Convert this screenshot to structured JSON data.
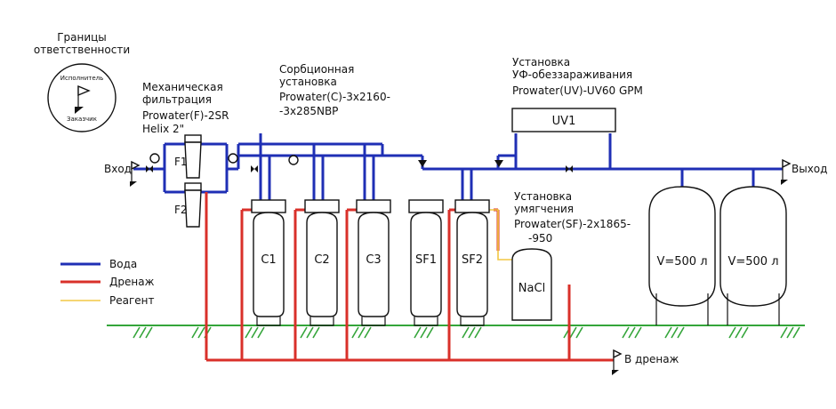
{
  "legend_box": {
    "title_line1": "Границы",
    "title_line2": "ответственности",
    "top_label": "Исполнитель",
    "bottom_label": "Заказчик"
  },
  "mech_filter": {
    "line1": "Механическая",
    "line2": "фильтрация",
    "line3": "Prowater(F)-2SR",
    "line4": "Helix 2\"",
    "f1": "F1",
    "f2": "F2"
  },
  "sorption": {
    "line1": "Сорбционная",
    "line2": "установка",
    "line3": "Prowater(C)-3x2160-",
    "line4": "-3x285NBP"
  },
  "uv": {
    "line1": "Установка",
    "line2": "УФ-обеззараживания",
    "line3": "Prowater(UV)-UV60 GPM",
    "unit": "UV1"
  },
  "softener": {
    "line1": "Установка",
    "line2": "умягчения",
    "line3": "Prowater(SF)-2x1865-",
    "line4": "-950"
  },
  "io": {
    "inlet": "Вход",
    "outlet": "Выход",
    "drain": "В дренаж"
  },
  "tanks": {
    "c1": "C1",
    "c2": "C2",
    "c3": "C3",
    "sf1": "SF1",
    "sf2": "SF2",
    "nacl": "NaCl",
    "v1": "V=500 л",
    "v2": "V=500 л"
  },
  "legend": {
    "water": "Вода",
    "drain": "Дренаж",
    "reagent": "Реагент"
  },
  "colors": {
    "water": "#1f2fb5",
    "drain": "#d9302a",
    "reagent": "#f2c744",
    "ground": "#34a53a"
  }
}
